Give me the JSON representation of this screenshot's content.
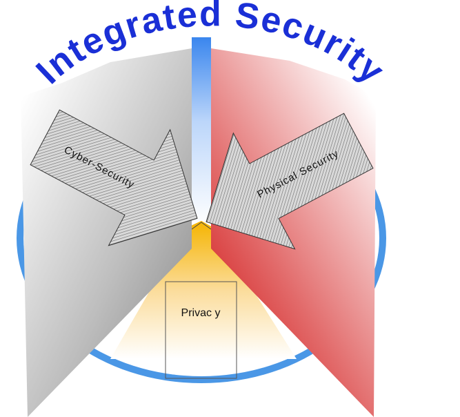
{
  "title": "Integrated Security",
  "labels": {
    "cyber": "Cyber-Security",
    "physical": "Physical Security",
    "privacy": "Privac y"
  },
  "colors": {
    "title": "#1a2fd6",
    "circle": "#4a97e6",
    "cyber_panel": "#8f8f8f",
    "physical_panel": "#d61515",
    "center_strip": "#3a86ee",
    "privacy_strip": "#f5b400"
  }
}
